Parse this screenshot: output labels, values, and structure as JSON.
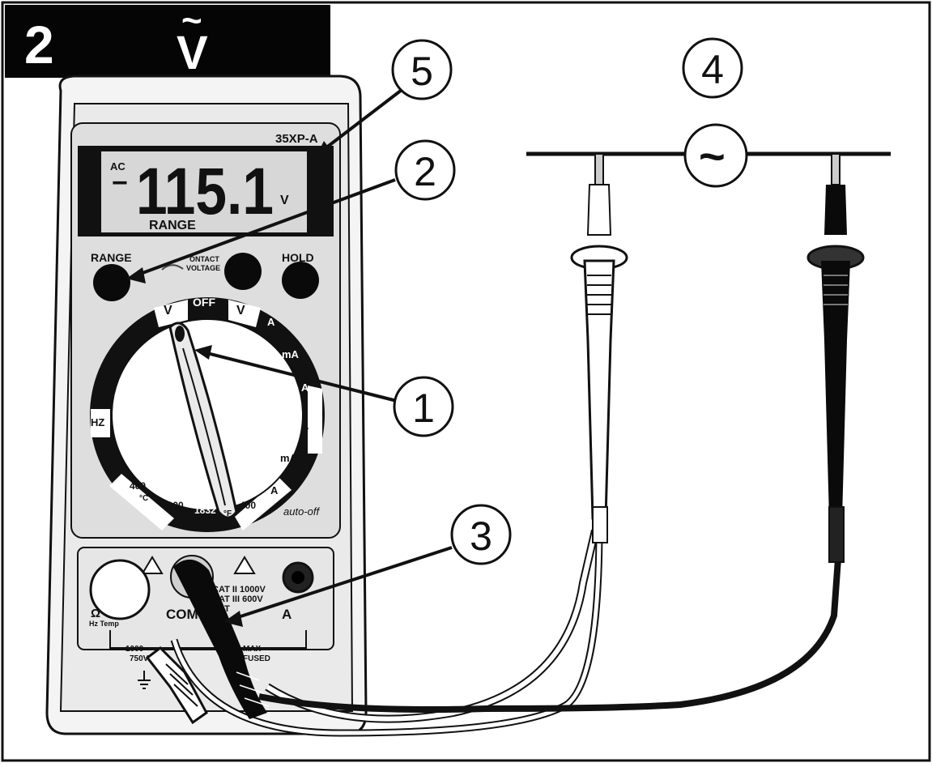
{
  "header": {
    "step_number": "2",
    "mode_symbol": "V",
    "mode_accent": "~"
  },
  "meter": {
    "model": "35XP-A",
    "display": {
      "mode_indicator": "AC",
      "minus": "−",
      "reading": "115.1",
      "unit": "V",
      "range_label": "RANGE"
    },
    "buttons": {
      "range": "RANGE",
      "contact_voltage_line1": "ONTACT",
      "contact_voltage_line2": "VOLTAGE",
      "hold": "HOLD"
    },
    "dial": {
      "off": "OFF",
      "v_ac": "V",
      "v_dc": "V",
      "ma_dc": "mA",
      "a_dc": "A",
      "a_ac": "A",
      "ma_ac": "mA",
      "ua_ac": "A",
      "hz": "HZ",
      "c400": "400",
      "c_unit": "°C",
      "c1000": "1000",
      "f1832": "1832",
      "f_unit": "°F",
      "f400": "400",
      "auto_off": "auto-off"
    },
    "jacks": {
      "vohm": "Ω V",
      "vohm_sub": "Hz Temp",
      "com": "COM",
      "a": "A",
      "cat1": "CAT II 1000V",
      "cat2": "CAT III 600V",
      "cat3": "CAT",
      "v1000": "1000",
      "v750": "750V",
      "max": "MAX",
      "fused": "FUSED"
    }
  },
  "source": {
    "symbol": "~"
  },
  "callouts": [
    "1",
    "2",
    "3",
    "4",
    "5"
  ],
  "colors": {
    "ink": "#111111",
    "paper": "#ffffff",
    "meter_fill": "#e9e9e9",
    "panel_fill": "#dcdcdc",
    "lcd_fill": "#d8d8d8"
  }
}
